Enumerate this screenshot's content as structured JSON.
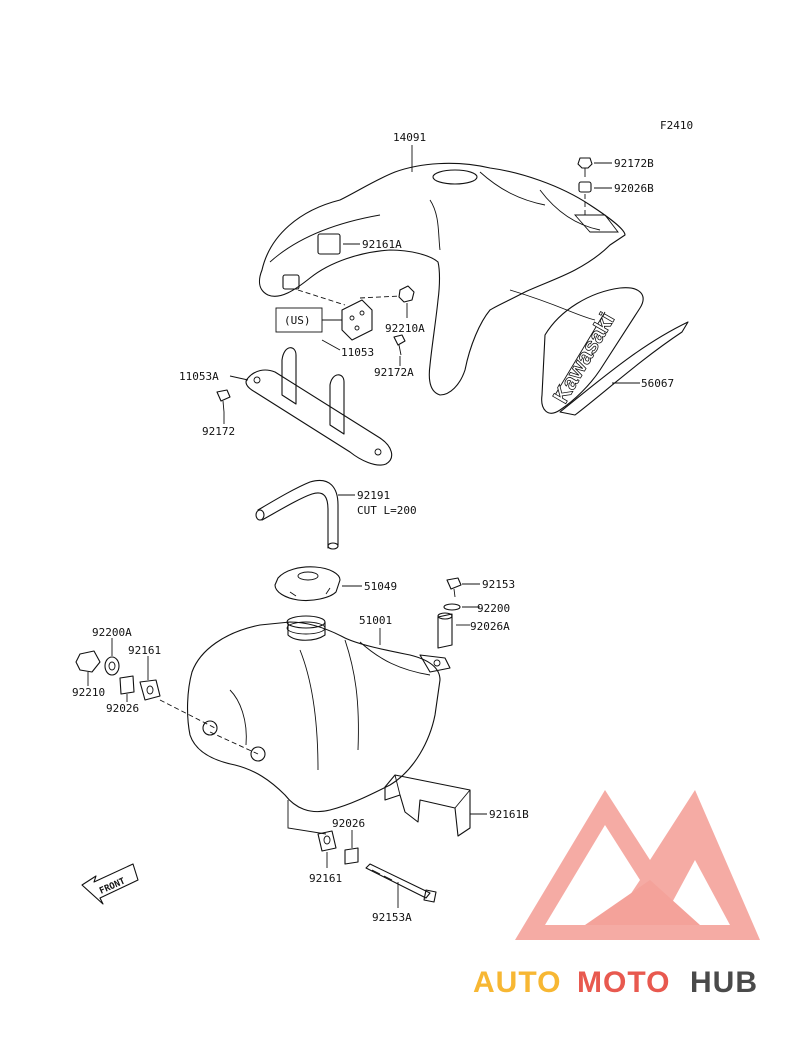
{
  "figure_code": "F2410",
  "labels": {
    "p14091": "14091",
    "p92172B": "92172B",
    "p92026B": "92026B",
    "p92161A": "92161A",
    "us": "(US)",
    "p92210A": "92210A",
    "p11053": "11053",
    "p92172A": "92172A",
    "p11053A": "11053A",
    "p92172": "92172",
    "p56067": "56067",
    "p92191": "92191",
    "cut": "CUT L=200",
    "p51049": "51049",
    "p92153": "92153",
    "p92200": "92200",
    "p51001": "51001",
    "p92026A": "92026A",
    "p92200A": "92200A",
    "p92161": "92161",
    "p92210": "92210",
    "p92026": "92026",
    "p92161B": "92161B",
    "p92026b2": "92026",
    "p92161b2": "92161",
    "p92153A": "92153A",
    "front": "FRONT"
  },
  "decal": {
    "brand": "Kawasaki"
  },
  "watermark": {
    "part1": "AUTO",
    "part2": "MOTO",
    "part3": "HUB",
    "color_light": "#f7b733",
    "color_red": "#e8594f",
    "color_dark": "#4a4a4a"
  }
}
